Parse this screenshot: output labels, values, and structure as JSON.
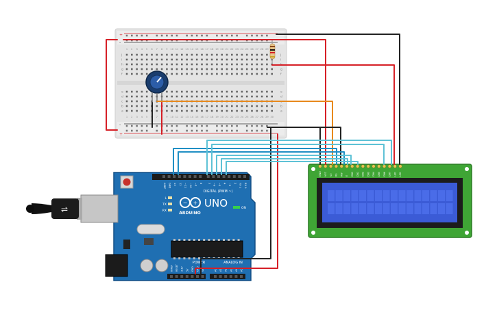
{
  "breadboard": {
    "column_numbers": [
      "1",
      "2",
      "3",
      "4",
      "5",
      "6",
      "7",
      "8",
      "9",
      "10",
      "11",
      "12",
      "13",
      "14",
      "15",
      "16",
      "17",
      "18",
      "19",
      "20",
      "21",
      "22",
      "23",
      "24",
      "25",
      "26",
      "27",
      "28",
      "29",
      "30"
    ],
    "row_letters_top": [
      "j",
      "i",
      "h",
      "g",
      "f"
    ],
    "row_letters_bottom": [
      "e",
      "d",
      "c",
      "b",
      "a"
    ],
    "rail_plus": "+",
    "rail_minus": "-"
  },
  "arduino": {
    "logo_text": "UNO",
    "brand_text": "ARDUINO",
    "digital_label": "DIGITAL (PWM ~)",
    "analog_label": "ANALOG IN",
    "power_label": "POWER",
    "on_label": "ON",
    "led_labels": [
      "L",
      "TX",
      "RX"
    ],
    "top_header_labels": [
      "AREF",
      "GND",
      "13",
      "12",
      "~11",
      "~10",
      "~9",
      "8",
      "7",
      "~6",
      "~5",
      "4",
      "~3",
      "2",
      "TX 1",
      "RX 0"
    ],
    "power_header_labels": [
      "IOREF",
      "RESET",
      "3.3V",
      "5V",
      "GND",
      "GND",
      "Vin"
    ],
    "analog_header_labels": [
      "A0",
      "A1",
      "A2",
      "A3",
      "A4",
      "A5"
    ]
  },
  "lcd": {
    "pin_labels": [
      "GND",
      "VCC",
      "V0",
      "RS",
      "RW",
      "E",
      "DB0",
      "DB1",
      "DB2",
      "DB3",
      "DB4",
      "DB5",
      "DB6",
      "DB7",
      "LED",
      "LED"
    ]
  },
  "colors": {
    "wire_black": "#222222",
    "wire_red": "#d61f26",
    "wire_orange": "#e8891c",
    "wire_blue": "#1f8fc4",
    "wire_teal": "#5ec2d6",
    "arduino_board": "#1f6fb2",
    "lcd_pcb": "#3fa535",
    "lcd_screen": "#3b5bd6"
  }
}
